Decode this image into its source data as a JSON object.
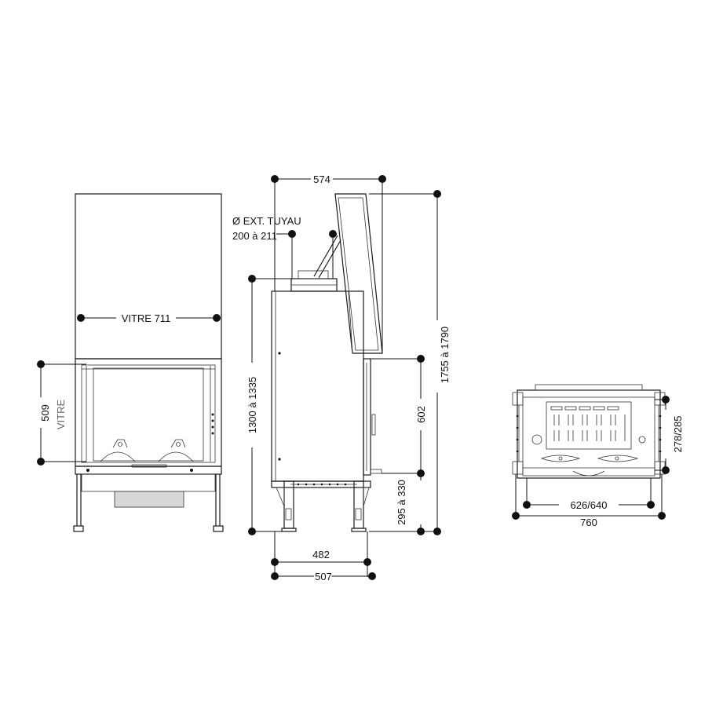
{
  "colors": {
    "line": "#1a1a1a",
    "dimension": "#111111",
    "background": "#ffffff"
  },
  "front_view": {
    "glass_width_label": "VITRE  711",
    "glass_height_value": "509",
    "glass_height_label": "VITRE"
  },
  "side_view": {
    "depth_top": "574",
    "flue_label_line1": "Ø EXT. TUYAU",
    "flue_label_line2": "200 à 211",
    "height_total": "1755 à 1790",
    "height_body": "1300 à 1335",
    "door_height": "602",
    "leg_height": "295 à 330",
    "foot_depth_inner": "482",
    "foot_depth_outer": "507"
  },
  "top_view": {
    "depth_side": "278/285",
    "width_inner": "626/640",
    "width_outer": "760"
  }
}
